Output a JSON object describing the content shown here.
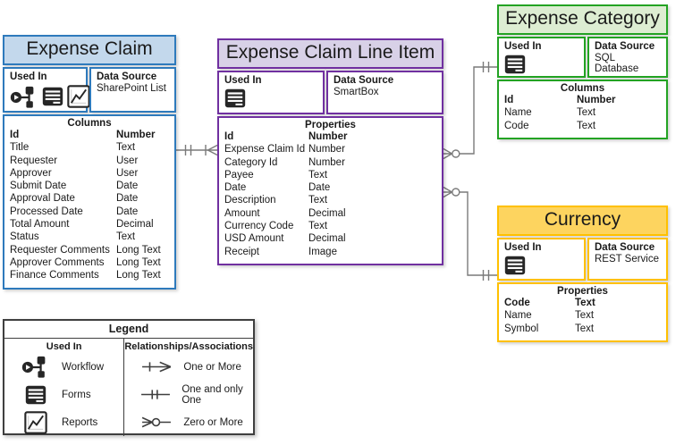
{
  "colors": {
    "expense_claim_accent": "#2E7ABC",
    "expense_claim_header_fill": "#C3D8EC",
    "line_item_accent": "#7030A0",
    "line_item_header_fill": "#D8D1E7",
    "expense_category_accent": "#23A323",
    "expense_category_header_fill": "#DDEDD2",
    "currency_accent": "#FFC000",
    "currency_header_fill": "#FDD45F",
    "connector_line": "#7A7A7A"
  },
  "entities": {
    "expense_claim": {
      "title": "Expense Claim",
      "used_in_label": "Used In",
      "used_in_icons": [
        "workflow",
        "forms",
        "reports"
      ],
      "data_source_label": "Data Source",
      "data_source_value": "SharePoint List",
      "fields_title": "Columns",
      "fields": [
        [
          "Id",
          "Number"
        ],
        [
          "Title",
          "Text"
        ],
        [
          "Requester",
          "User"
        ],
        [
          "Approver",
          "User"
        ],
        [
          "Submit Date",
          "Date"
        ],
        [
          "Approval Date",
          "Date"
        ],
        [
          "Processed Date",
          "Date"
        ],
        [
          "Total Amount",
          "Decimal"
        ],
        [
          "Status",
          "Text"
        ],
        [
          "Requester Comments",
          "Long Text"
        ],
        [
          "Approver Comments",
          "Long Text"
        ],
        [
          "Finance Comments",
          "Long Text"
        ]
      ]
    },
    "expense_claim_line_item": {
      "title": "Expense Claim Line Item",
      "used_in_label": "Used In",
      "used_in_icons": [
        "forms"
      ],
      "data_source_label": "Data Source",
      "data_source_value": "SmartBox",
      "fields_title": "Properties",
      "fields": [
        [
          "Id",
          "Number"
        ],
        [
          "Expense Claim Id",
          "Number"
        ],
        [
          "Category Id",
          "Number"
        ],
        [
          "Payee",
          "Text"
        ],
        [
          "Date",
          "Date"
        ],
        [
          "Description",
          "Text"
        ],
        [
          "Amount",
          "Decimal"
        ],
        [
          "Currency Code",
          "Text"
        ],
        [
          "USD Amount",
          "Decimal"
        ],
        [
          "Receipt",
          "Image"
        ]
      ]
    },
    "expense_category": {
      "title": "Expense Category",
      "used_in_label": "Used In",
      "used_in_icons": [
        "forms"
      ],
      "data_source_label": "Data Source",
      "data_source_value": "SQL Database",
      "fields_title": "Columns",
      "fields": [
        [
          "Id",
          "Number"
        ],
        [
          "Name",
          "Text"
        ],
        [
          "Code",
          "Text"
        ]
      ]
    },
    "currency": {
      "title": "Currency",
      "used_in_label": "Used In",
      "used_in_icons": [
        "forms"
      ],
      "data_source_label": "Data Source",
      "data_source_value": "REST Service",
      "fields_title": "Properties",
      "fields": [
        [
          "Code",
          "Text"
        ],
        [
          "Name",
          "Text"
        ],
        [
          "Symbol",
          "Text"
        ]
      ]
    }
  },
  "relationships": [
    {
      "from": "Expense Claim",
      "to": "Expense Claim Line Item",
      "from_end": "one-and-only-one",
      "to_end": "one-or-more"
    },
    {
      "from": "Expense Claim Line Item",
      "to": "Expense Category",
      "from_end": "zero-or-more",
      "to_end": "one-and-only-one"
    },
    {
      "from": "Expense Claim Line Item",
      "to": "Currency",
      "from_end": "zero-or-more",
      "to_end": "one-and-only-one"
    }
  ],
  "legend": {
    "title": "Legend",
    "used_in_header": "Used In",
    "relationships_header": "Relationships/Associations",
    "used_in_items": [
      {
        "icon": "workflow",
        "label": "Workflow"
      },
      {
        "icon": "forms",
        "label": "Forms"
      },
      {
        "icon": "reports",
        "label": "Reports"
      }
    ],
    "relationship_items": [
      {
        "symbol": "one-or-more",
        "label": "One or More"
      },
      {
        "symbol": "one-and-only-one",
        "label": "One and only One"
      },
      {
        "symbol": "zero-or-more",
        "label": "Zero or More"
      }
    ]
  }
}
